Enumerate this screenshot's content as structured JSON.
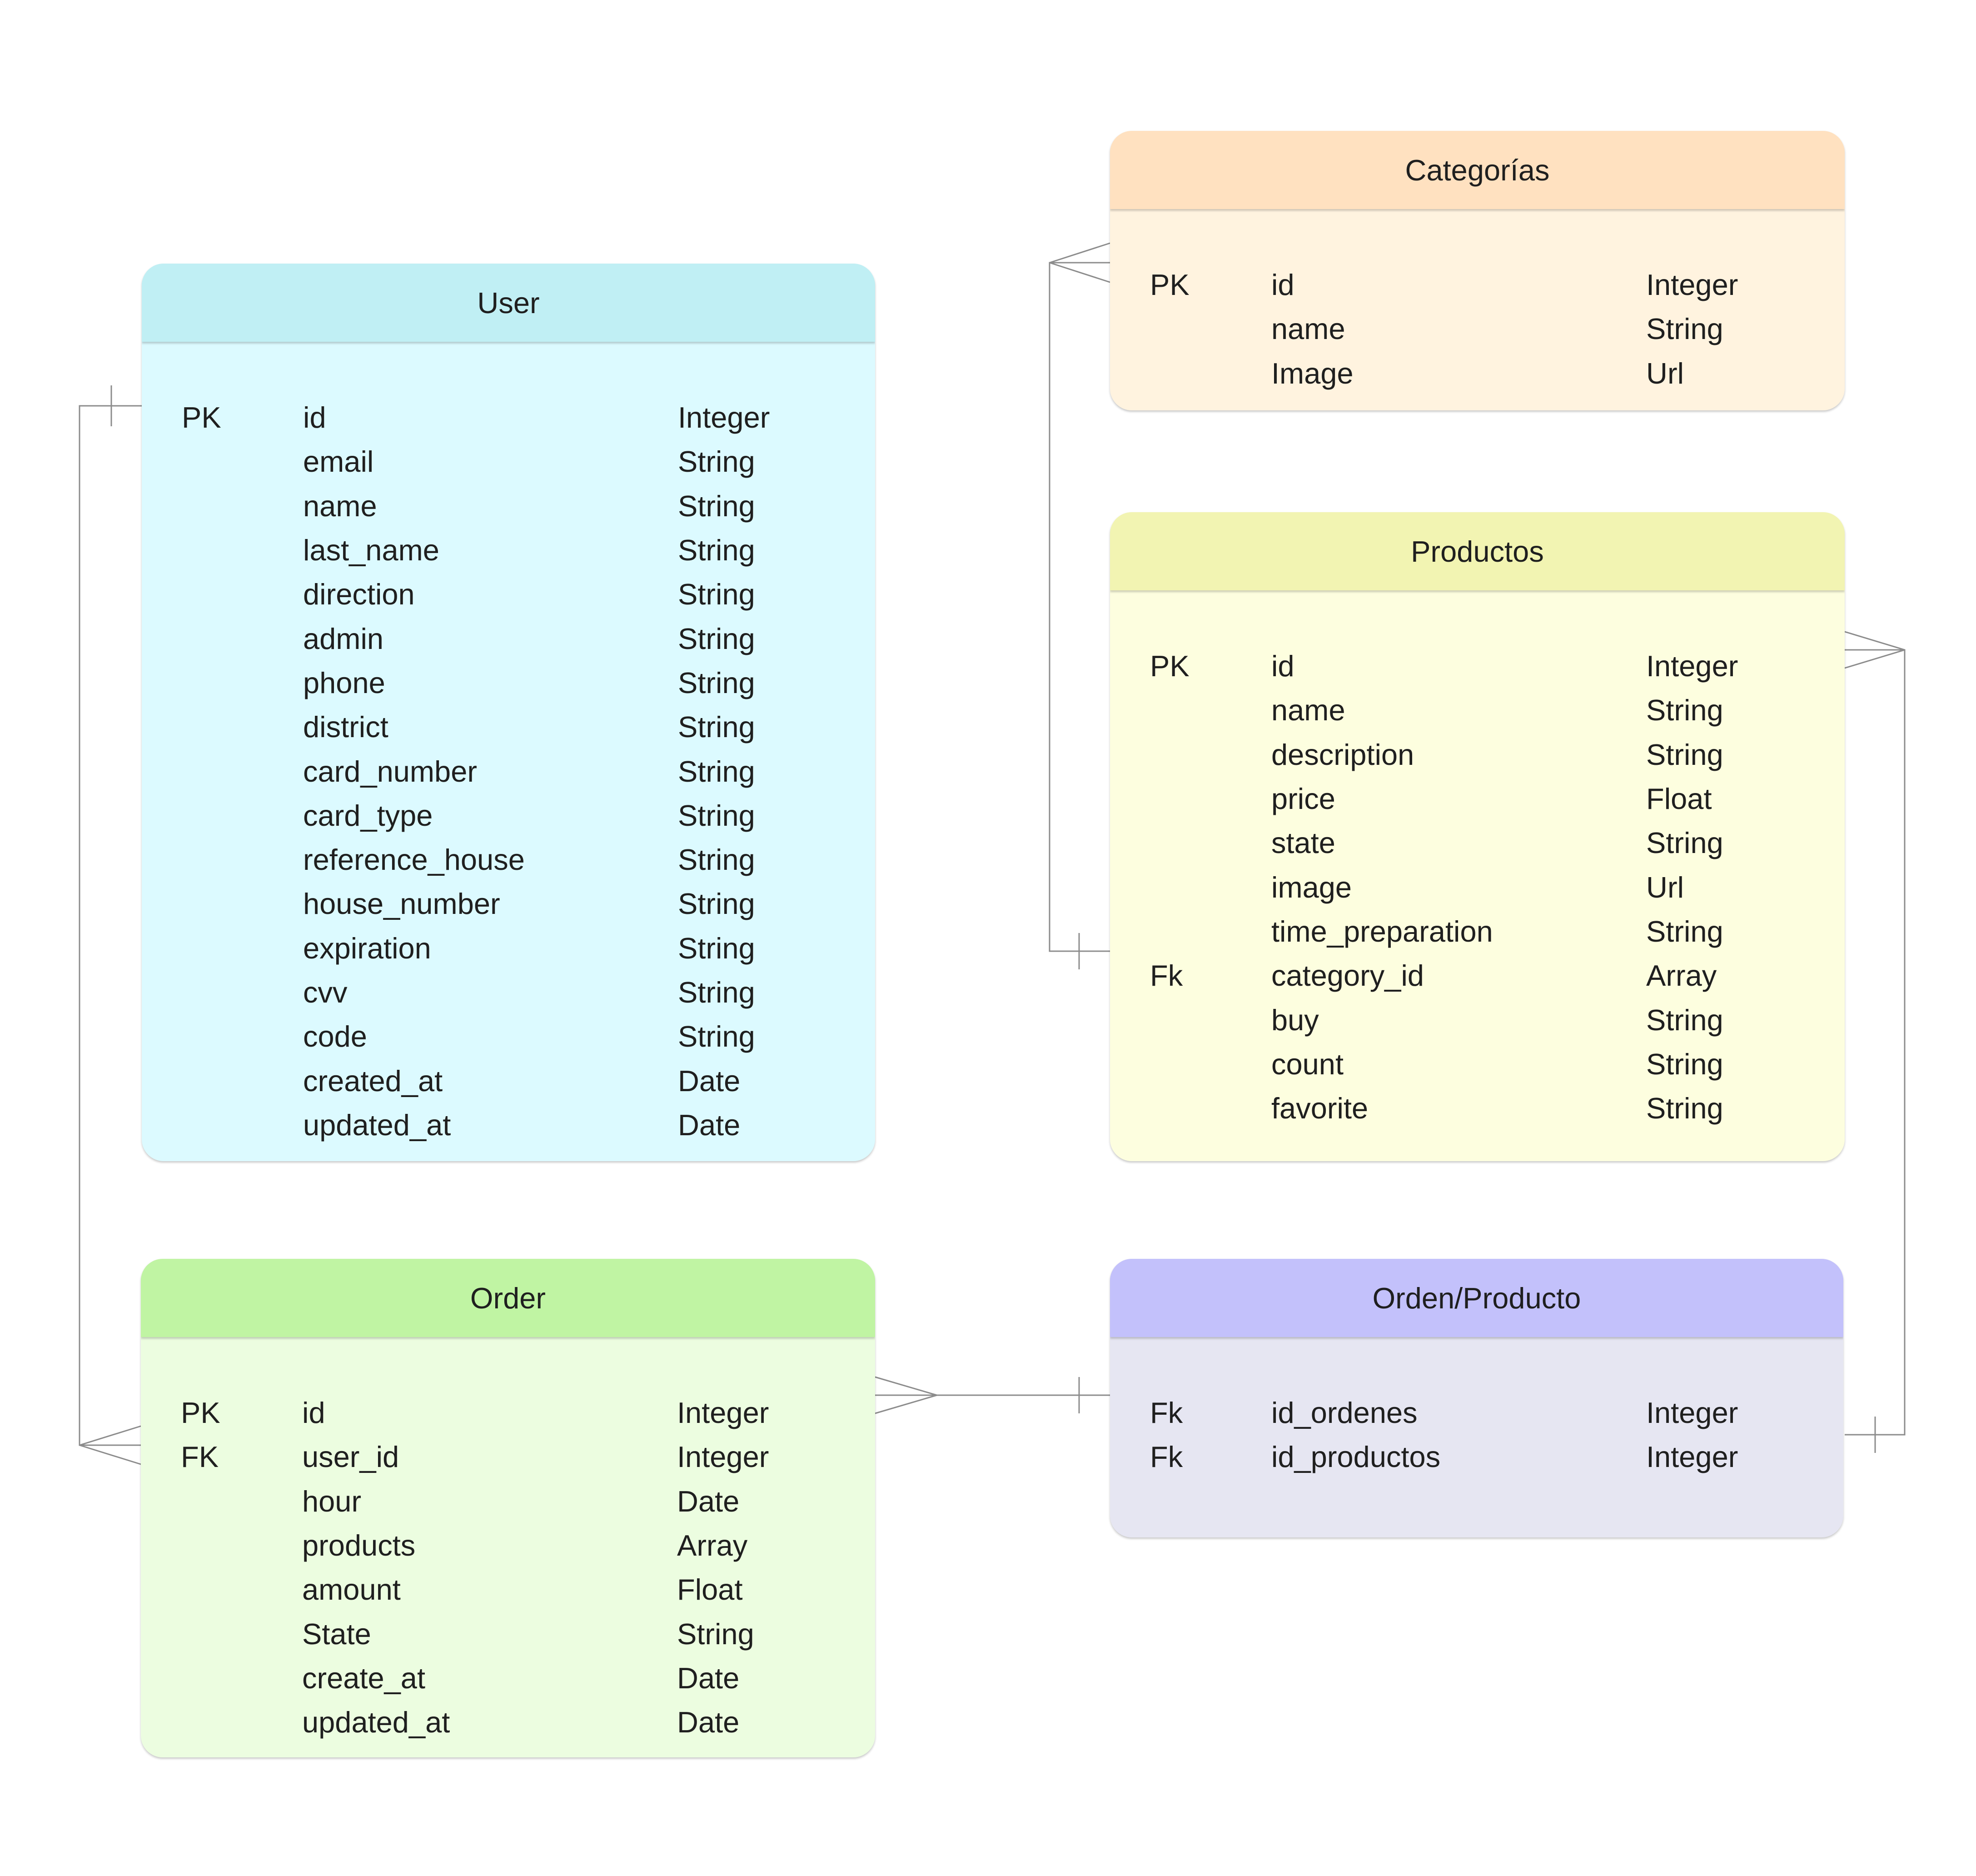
{
  "entities": {
    "user": {
      "title": "User",
      "header_color": "#c0eff4",
      "body_color": "#dcfaff",
      "fields": [
        {
          "key": "PK",
          "name": "id",
          "type": "Integer"
        },
        {
          "key": "",
          "name": "email",
          "type": "String"
        },
        {
          "key": "",
          "name": "name",
          "type": "String"
        },
        {
          "key": "",
          "name": "last_name",
          "type": "String"
        },
        {
          "key": "",
          "name": "direction",
          "type": "String"
        },
        {
          "key": "",
          "name": "admin",
          "type": "String"
        },
        {
          "key": "",
          "name": "phone",
          "type": "String"
        },
        {
          "key": "",
          "name": "district",
          "type": "String"
        },
        {
          "key": "",
          "name": "card_number",
          "type": "String"
        },
        {
          "key": "",
          "name": "card_type",
          "type": "String"
        },
        {
          "key": "",
          "name": "reference_house",
          "type": "String"
        },
        {
          "key": "",
          "name": "house_number",
          "type": "String"
        },
        {
          "key": "",
          "name": "expiration",
          "type": "String"
        },
        {
          "key": "",
          "name": "cvv",
          "type": "String"
        },
        {
          "key": "",
          "name": "code",
          "type": "String"
        },
        {
          "key": "",
          "name": "created_at",
          "type": "Date"
        },
        {
          "key": "",
          "name": "updated_at",
          "type": "Date"
        }
      ]
    },
    "order": {
      "title": "Order",
      "header_color": "#c0f4a3",
      "body_color": "#ecfde0",
      "fields": [
        {
          "key": "PK",
          "name": "id",
          "type": "Integer"
        },
        {
          "key": "FK",
          "name": "user_id",
          "type": "Integer"
        },
        {
          "key": "",
          "name": "hour",
          "type": "Date"
        },
        {
          "key": "",
          "name": "products",
          "type": "Array"
        },
        {
          "key": "",
          "name": "amount",
          "type": "Float"
        },
        {
          "key": "",
          "name": "State",
          "type": "String"
        },
        {
          "key": "",
          "name": "create_at",
          "type": "Date"
        },
        {
          "key": "",
          "name": "updated_at",
          "type": "Date"
        }
      ]
    },
    "categorias": {
      "title": "Categorías",
      "header_color": "#ffe1c0",
      "body_color": "#fff3df",
      "fields": [
        {
          "key": "PK",
          "name": "id",
          "type": "Integer"
        },
        {
          "key": "",
          "name": "name",
          "type": "String"
        },
        {
          "key": "",
          "name": "Image",
          "type": "Url"
        }
      ]
    },
    "productos": {
      "title": "Productos",
      "header_color": "#f2f4b2",
      "body_color": "#fdfedf",
      "fields": [
        {
          "key": "PK",
          "name": "id",
          "type": "Integer"
        },
        {
          "key": "",
          "name": "name",
          "type": "String"
        },
        {
          "key": "",
          "name": "description",
          "type": "String"
        },
        {
          "key": "",
          "name": "price",
          "type": "Float"
        },
        {
          "key": "",
          "name": "state",
          "type": "String"
        },
        {
          "key": "",
          "name": "image",
          "type": "Url"
        },
        {
          "key": "",
          "name": "time_preparation",
          "type": "String"
        },
        {
          "key": "Fk",
          "name": "category_id",
          "type": "Array"
        },
        {
          "key": "",
          "name": "buy",
          "type": "String"
        },
        {
          "key": "",
          "name": "count",
          "type": "String"
        },
        {
          "key": "",
          "name": "favorite",
          "type": "String"
        }
      ]
    },
    "orden_producto": {
      "title": "Orden/Producto",
      "header_color": "#c3c1fb",
      "body_color": "#e6e6f2",
      "fields": [
        {
          "key": "Fk",
          "name": "id_ordenes",
          "type": "Integer"
        },
        {
          "key": "Fk",
          "name": "id_productos",
          "type": "Integer"
        }
      ]
    }
  },
  "relationships": [
    {
      "from": "User.id",
      "to": "Order.user_id",
      "cardinality": "one-to-many"
    },
    {
      "from": "Categorías.id",
      "to": "Productos.category_id",
      "cardinality": "many-to-one"
    },
    {
      "from": "Order.id",
      "to": "Orden/Producto.id_ordenes",
      "cardinality": "many-to-one"
    },
    {
      "from": "Productos.id",
      "to": "Orden/Producto.id_productos",
      "cardinality": "many-to-one"
    }
  ],
  "colors": {
    "connector": "#8c8c8c",
    "text": "#1f1f1f"
  }
}
